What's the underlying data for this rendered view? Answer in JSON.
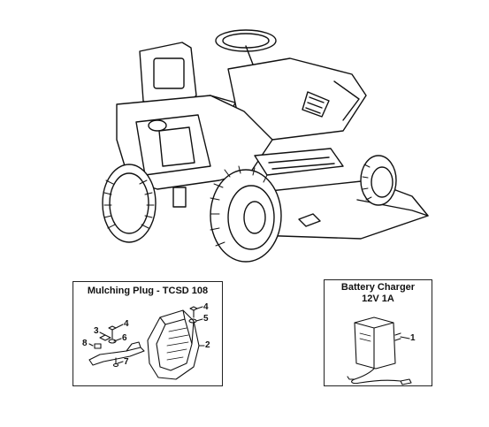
{
  "mulching_panel": {
    "title": "Mulching Plug - TCSD 108",
    "callouts": [
      "4",
      "3",
      "6",
      "8",
      "7",
      "4",
      "5",
      "2"
    ]
  },
  "battery_panel": {
    "title_line1": "Battery Charger",
    "title_line2": "12V 1A",
    "callouts": [
      "1"
    ]
  }
}
